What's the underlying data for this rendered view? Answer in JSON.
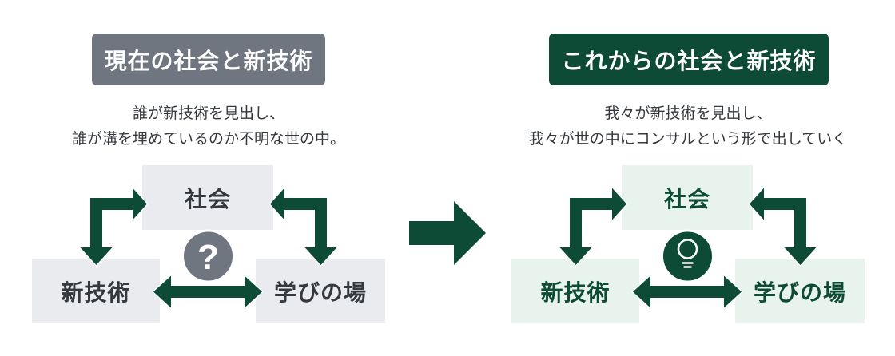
{
  "colors": {
    "dark_green": "#0d4b36",
    "header_gray": "#6f7680",
    "box_gray": "#e9ebee",
    "box_green": "#e7f3ec",
    "text_dark": "#35393e"
  },
  "left_panel": {
    "header": "現在の社会と新技術",
    "subtitle_line1": "誰が新技術を見出し、",
    "subtitle_line2": "誰が溝を埋めているのか不明な世の中。",
    "nodes": {
      "top": "社会",
      "bottom_left": "新技術",
      "bottom_right": "学びの場"
    },
    "center_symbol": "?",
    "center_icon": "question-mark-icon"
  },
  "right_panel": {
    "header": "これからの社会と新技術",
    "subtitle_line1": "我々が新技術を見出し、",
    "subtitle_line2": "我々が世の中にコンサルという形で出していく",
    "nodes": {
      "top": "社会",
      "bottom_left": "新技術",
      "bottom_right": "学びの場"
    },
    "center_icon": "lightbulb-icon"
  }
}
